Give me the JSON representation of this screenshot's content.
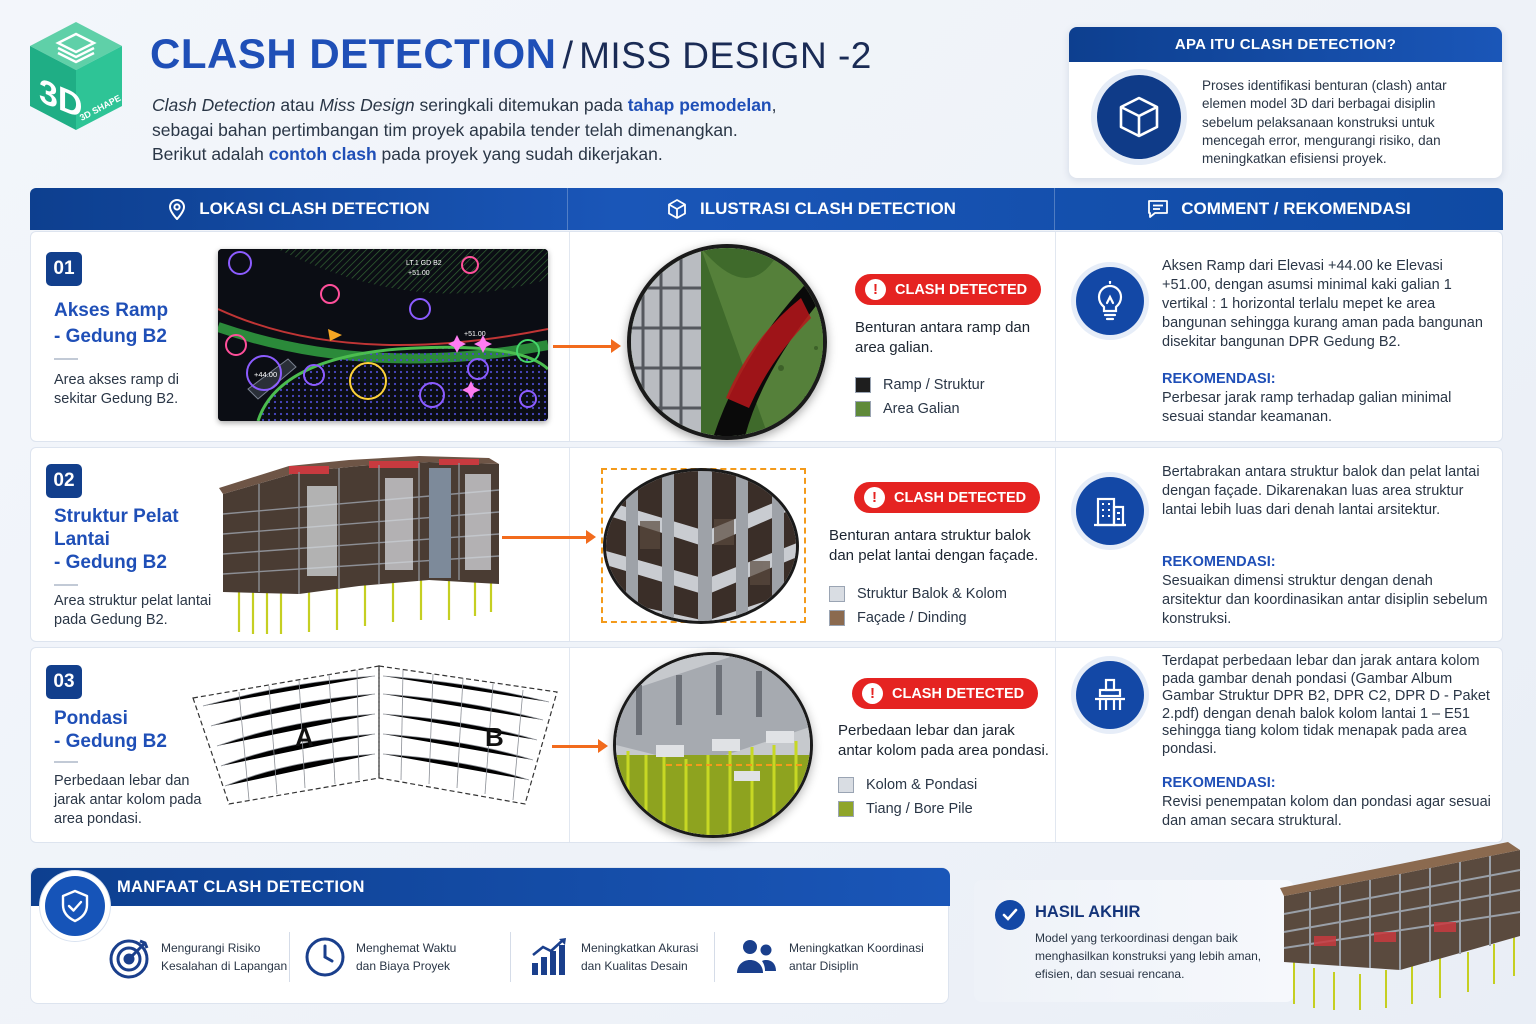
{
  "logo": {
    "big": "3D",
    "small": "3D SHAPE"
  },
  "header": {
    "title_main": "CLASH DETECTION",
    "title_sep": "/",
    "title_sub": "MISS DESIGN -2",
    "intro": {
      "l1_a": "Clash Detection",
      "l1_b": " atau ",
      "l1_c": "Miss Design",
      "l1_d": " seringkali ditemukan pada ",
      "l1_e": "tahap pemodelan",
      "l1_f": ",",
      "l2": "sebagai bahan pertimbangan tim proyek apabila tender telah dimenangkan.",
      "l3_a": "Berikut adalah ",
      "l3_b": "contoh clash",
      "l3_c": " pada proyek yang sudah dikerjakan."
    }
  },
  "whatis": {
    "title": "APA ITU CLASH DETECTION?",
    "text": "Proses identifikasi benturan (clash) antar elemen model 3D dari berbagai disiplin sebelum pelaksanaan konstruksi untuk mencegah error, mengurangi risiko, dan meningkatkan efisiensi proyek."
  },
  "columns": {
    "lokasi": "LOKASI CLASH DETECTION",
    "ilustrasi": "ILUSTRASI CLASH DETECTION",
    "comment": "COMMENT / REKOMENDASI"
  },
  "badge_label": "CLASH DETECTED",
  "rek_label": "REKOMENDASI:",
  "plan_labels": {
    "lt": "LT.1 GD B2",
    "lt_val": "+51.00",
    "elev": "+44.00",
    "elev2": "+51.00"
  },
  "foundation_labels": {
    "a": "A",
    "b": "B"
  },
  "rows": [
    {
      "num": "01",
      "title_1": "Akses Ramp",
      "title_2": "- Gedung B2",
      "desc": "Area akses ramp di sekitar Gedung B2.",
      "clash_desc": "Benturan antara ramp dan area galian.",
      "legend": [
        {
          "label": "Ramp / Struktur",
          "color": "#1e1e1e"
        },
        {
          "label": "Area Galian",
          "color": "#5f8a3a"
        }
      ],
      "comment": "Aksen Ramp dari Elevasi +44.00 ke Elevasi +51.00, dengan asumsi minimal kaki galian 1 vertikal : 1 horizontal terlalu mepet ke area bangunan sehingga kurang aman pada bangunan disekitar bangunan DPR Gedung B2.",
      "rekomendasi": "Perbesar jarak ramp terhadap galian minimal sesuai standar keamanan."
    },
    {
      "num": "02",
      "title_1": "Struktur Pelat",
      "title_2": "Lantai",
      "title_3": "- Gedung B2",
      "desc": "Area struktur pelat lantai pada Gedung B2.",
      "clash_desc": "Benturan antara struktur balok dan pelat lantai dengan façade.",
      "legend": [
        {
          "label": "Struktur Balok & Kolom",
          "color": "#d9dde3"
        },
        {
          "label": "Façade / Dinding",
          "color": "#8b6a4f"
        }
      ],
      "comment": "Bertabrakan antara struktur balok dan pelat lantai dengan façade. Dikarenakan luas area struktur lantai lebih luas dari denah lantai arsitektur.",
      "rekomendasi": "Sesuaikan dimensi struktur dengan denah arsitektur dan koordinasikan antar disiplin sebelum konstruksi."
    },
    {
      "num": "03",
      "title_1": "Pondasi",
      "title_2": "- Gedung B2",
      "desc": "Perbedaan lebar dan jarak antar kolom pada area pondasi.",
      "clash_desc": "Perbedaan lebar dan jarak antar kolom pada area pondasi.",
      "legend": [
        {
          "label": "Kolom & Pondasi",
          "color": "#d9dde3"
        },
        {
          "label": "Tiang / Bore Pile",
          "color": "#8fa52a"
        }
      ],
      "comment": "Terdapat perbedaan lebar dan jarak antara kolom pada gambar denah pondasi (Gambar Album Gambar Struktur DPR B2, DPR C2, DPR D - Paket 2.pdf) dengan denah balok kolom lantai 1 – E51 sehingga tiang kolom tidak menapak pada area pondasi.",
      "rekomendasi": "Revisi penempatan kolom dan pondasi agar sesuai dan aman secara struktural."
    }
  ],
  "manfaat": {
    "title": "MANFAAT CLASH DETECTION",
    "items": [
      {
        "l1": "Mengurangi Risiko",
        "l2": "Kesalahan di Lapangan"
      },
      {
        "l1": "Menghemat Waktu",
        "l2": "dan Biaya Proyek"
      },
      {
        "l1": "Meningkatkan Akurasi",
        "l2": "dan Kualitas Desain"
      },
      {
        "l1": "Meningkatkan Koordinasi",
        "l2": "antar Disiplin"
      }
    ]
  },
  "hasil": {
    "title": "HASIL AKHIR",
    "text": "Model yang terkoordinasi dengan baik menghasilkan konstruksi yang lebih aman, efisien, dan sesuai rencana."
  },
  "colors": {
    "primary": "#1f4fb7",
    "navy": "#0d3f8f",
    "danger": "#e52321",
    "accent": "#f26b1d"
  }
}
